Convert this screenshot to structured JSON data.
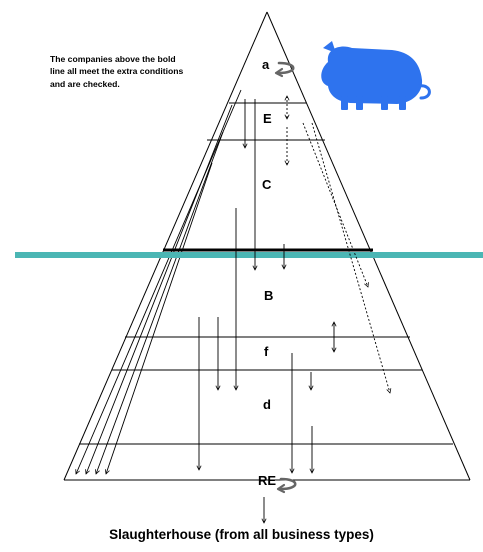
{
  "note": "The companies above the bold line all meet the extra conditions and are checked.",
  "levels": {
    "a": "a",
    "E": "E",
    "C": "C",
    "B": "B",
    "f": "f",
    "d": "d",
    "RE": "RE"
  },
  "caption": "Slaughterhouse (from all business types)",
  "icons": [
    "pig-icon",
    "loop-arrow-icon"
  ],
  "colors": {
    "bold_line": "#4bb6b4",
    "pig": "#2e73ee",
    "loop_arrow": "#666666",
    "lines": "#000000"
  }
}
